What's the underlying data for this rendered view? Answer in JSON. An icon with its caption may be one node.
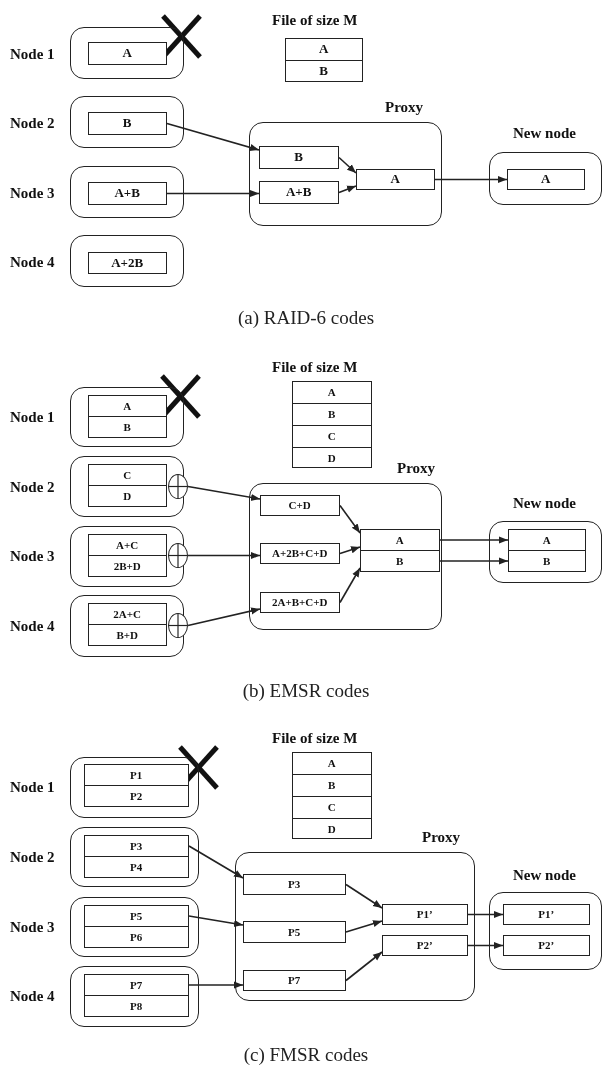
{
  "diagram": {
    "nodes": [
      {
        "text": [
          "Node 1"
        ]
      },
      {
        "text": [
          "A"
        ],
        "in": 0
      },
      {
        "text": [
          "File of size M"
        ]
      },
      {
        "text": [
          "A"
        ],
        "in": 2
      },
      {
        "text": [
          "B"
        ],
        "in": 2
      },
      {
        "text": [
          "Node 2"
        ]
      },
      {
        "text": [
          "B"
        ],
        "in": 5
      },
      {
        "text": [
          "Proxy"
        ]
      },
      {
        "text": [
          "B"
        ],
        "in": 7
      },
      {
        "text": [
          "A+B"
        ],
        "in": 7
      },
      {
        "text": [
          "A"
        ],
        "in": 7
      },
      {
        "text": [
          "New node"
        ]
      },
      {
        "text": [
          "A"
        ],
        "in": 11
      },
      {
        "text": [
          "Node 3"
        ]
      },
      {
        "text": [
          "A+B"
        ],
        "in": 13
      },
      {
        "text": [
          "Node 4"
        ]
      },
      {
        "text": [
          "A+2B"
        ],
        "in": 15
      },
      {
        "text": [
          "Node 1"
        ]
      },
      {
        "text": [
          "A"
        ],
        "in": 17
      },
      {
        "text": [
          "B"
        ],
        "in": 17
      },
      {
        "text": [
          "File of size M"
        ]
      },
      {
        "text": [
          "A"
        ],
        "in": 20
      },
      {
        "text": [
          "B"
        ],
        "in": 20
      },
      {
        "text": [
          "C"
        ],
        "in": 20
      },
      {
        "text": [
          "D"
        ],
        "in": 20
      },
      {
        "text": [
          "Node 2"
        ]
      },
      {
        "text": [
          "C"
        ],
        "in": 25
      },
      {
        "text": [
          "D"
        ],
        "in": 25
      },
      {
        "text": [],
        "shape": "circle"
      },
      {
        "text": [
          "Proxy"
        ]
      },
      {
        "text": [
          "C+D"
        ],
        "in": 29
      },
      {
        "text": [
          "A+2B+C+D"
        ],
        "in": 29
      },
      {
        "text": [
          "2A+B+C+D"
        ],
        "in": 29
      },
      {
        "text": [
          "A"
        ],
        "in": 29
      },
      {
        "text": [
          "B"
        ],
        "in": 29
      },
      {
        "text": [
          "New node"
        ]
      },
      {
        "text": [
          "A"
        ],
        "in": 35
      },
      {
        "text": [
          "B"
        ],
        "in": 35
      },
      {
        "text": [
          "Node 3"
        ]
      },
      {
        "text": [
          "A+C"
        ],
        "in": 38
      },
      {
        "text": [
          "2B+D"
        ],
        "in": 38
      },
      {
        "text": [],
        "shape": "circle"
      },
      {
        "text": [
          "Node 4"
        ]
      },
      {
        "text": [
          "2A+C"
        ],
        "in": 42
      },
      {
        "text": [
          "B+D"
        ],
        "in": 42
      },
      {
        "text": [],
        "shape": "circle"
      },
      {
        "text": [
          "Node 1"
        ]
      },
      {
        "text": [
          "P1"
        ],
        "in": 46
      },
      {
        "text": [
          "P2"
        ],
        "in": 46
      },
      {
        "text": [
          "File of size M"
        ]
      },
      {
        "text": [
          "A"
        ],
        "in": 49
      },
      {
        "text": [
          "B"
        ],
        "in": 49
      },
      {
        "text": [
          "C"
        ],
        "in": 49
      },
      {
        "text": [
          "D"
        ],
        "in": 49
      },
      {
        "text": [
          "Node 2"
        ]
      },
      {
        "text": [
          "P3"
        ],
        "in": 54
      },
      {
        "text": [
          "P4"
        ],
        "in": 54
      },
      {
        "text": [
          "Proxy"
        ]
      },
      {
        "text": [
          "P3"
        ],
        "in": 57
      },
      {
        "text": [
          "P5"
        ],
        "in": 57
      },
      {
        "text": [
          "P7"
        ],
        "in": 57
      },
      {
        "text": [
          "P1’"
        ],
        "in": 57
      },
      {
        "text": [
          "P2’"
        ],
        "in": 57
      },
      {
        "text": [
          "New node"
        ]
      },
      {
        "text": [
          "P1’"
        ],
        "in": 63
      },
      {
        "text": [
          "P2’"
        ],
        "in": 63
      },
      {
        "text": [
          "Node 3"
        ]
      },
      {
        "text": [
          "P5"
        ],
        "in": 66
      },
      {
        "text": [
          "P6"
        ],
        "in": 66
      },
      {
        "text": [
          "Node 4"
        ]
      },
      {
        "text": [
          "P7"
        ],
        "in": 69
      },
      {
        "text": [
          "P8"
        ],
        "in": 69
      }
    ],
    "edges": [
      {
        "from": 6,
        "to": 8,
        "arrow": "to"
      },
      {
        "from": 14,
        "to": 9,
        "arrow": "to"
      },
      {
        "from": 8,
        "to": 10,
        "arrow": "to"
      },
      {
        "from": 9,
        "to": 10,
        "arrow": "to"
      },
      {
        "from": 10,
        "to": 12,
        "arrow": "to"
      },
      {
        "from": 28,
        "to": 30,
        "arrow": "to"
      },
      {
        "from": 41,
        "to": 31,
        "arrow": "to"
      },
      {
        "from": 45,
        "to": 32,
        "arrow": "to"
      },
      {
        "from": 30,
        "to": 33,
        "arrow": "to"
      },
      {
        "from": 31,
        "to": 33,
        "arrow": "to"
      },
      {
        "from": 32,
        "to": 34,
        "arrow": "to"
      },
      {
        "from": 33,
        "to": 36,
        "arrow": "to"
      },
      {
        "from": 34,
        "to": 37,
        "arrow": "to"
      },
      {
        "from": 55,
        "to": 58,
        "arrow": "to"
      },
      {
        "from": 67,
        "to": 59,
        "arrow": "to"
      },
      {
        "from": 70,
        "to": 60,
        "arrow": "to"
      },
      {
        "from": 58,
        "to": 61,
        "arrow": "to"
      },
      {
        "from": 59,
        "to": 61,
        "arrow": "to"
      },
      {
        "from": 60,
        "to": 62,
        "arrow": "to"
      },
      {
        "from": 61,
        "to": 64,
        "arrow": "to"
      },
      {
        "from": 62,
        "to": 65,
        "arrow": "to"
      }
    ],
    "labels": [
      "(a) RAID-6 codes",
      "(b) EMSR codes",
      "(c) FMSR codes"
    ]
  }
}
